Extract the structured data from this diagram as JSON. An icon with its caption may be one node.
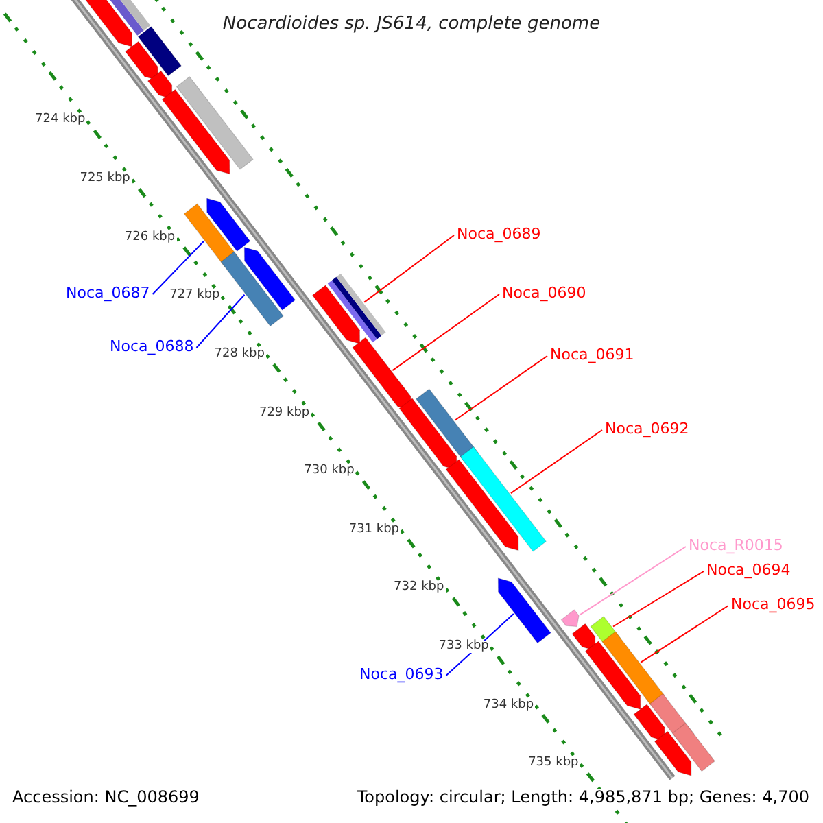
{
  "diagram": {
    "title": "Nocardioides sp. JS614, complete genome",
    "nodes": [
      {
        "text": [
          "Noca_0687"
        ]
      },
      {
        "text": [
          "Noca_0688"
        ]
      },
      {
        "text": [
          "Noca_0689"
        ]
      },
      {
        "text": [
          "Noca_0690"
        ]
      },
      {
        "text": [
          "Noca_0691"
        ]
      },
      {
        "text": [
          "Noca_0692"
        ]
      },
      {
        "text": [
          "Noca_0693"
        ]
      },
      {
        "text": [
          "Noca_R0015"
        ]
      },
      {
        "text": [
          "Noca_0694"
        ]
      },
      {
        "text": [
          "Noca_0695"
        ]
      },
      {
        "text": [],
        "shape": "arrow"
      },
      {
        "text": [],
        "shape": "bar"
      },
      {
        "text": [],
        "shape": "bar"
      },
      {
        "text": [],
        "shape": "arrow"
      },
      {
        "text": [],
        "shape": "arrow"
      },
      {
        "text": [],
        "shape": "bar"
      },
      {
        "text": [],
        "shape": "arrow"
      },
      {
        "text": [],
        "shape": "bar"
      },
      {
        "text": [],
        "shape": "arrow"
      },
      {
        "text": [],
        "shape": "bar"
      },
      {
        "text": [],
        "shape": "arrow"
      },
      {
        "text": [],
        "shape": "arrow"
      },
      {
        "text": [],
        "shape": "bar"
      },
      {
        "text": [],
        "shape": "arrow"
      },
      {
        "text": [],
        "shape": "arrow"
      },
      {
        "text": [],
        "shape": "bar"
      },
      {
        "text": [],
        "shape": "bar"
      },
      {
        "text": [],
        "shape": "arrow"
      },
      {
        "text": [],
        "shape": "arrow"
      },
      {
        "text": [],
        "shape": "arrow"
      },
      {
        "text": [],
        "shape": "arrow"
      },
      {
        "text": [],
        "shape": "bar"
      },
      {
        "text": [],
        "shape": "arrow"
      },
      {
        "text": [],
        "shape": "bar"
      },
      {
        "text": [],
        "shape": "arrow"
      },
      {
        "text": [],
        "shape": "bar"
      },
      {
        "text": [],
        "shape": "arrow"
      },
      {
        "text": [],
        "shape": "bar"
      }
    ],
    "edges": [
      {
        "from": 0,
        "to": 17,
        "arrow": "none",
        "color": "#0000ff"
      },
      {
        "from": 1,
        "to": 19,
        "arrow": "none",
        "color": "#0000ff"
      },
      {
        "from": 2,
        "to": 22,
        "arrow": "none"
      },
      {
        "from": 3,
        "to": 23,
        "arrow": "none"
      },
      {
        "from": 4,
        "to": 25,
        "arrow": "none"
      },
      {
        "from": 5,
        "to": 26,
        "arrow": "none"
      },
      {
        "from": 6,
        "to": 28,
        "arrow": "none",
        "color": "#0000ff"
      },
      {
        "from": 7,
        "to": 29,
        "arrow": "none",
        "color": "#ff99cc"
      },
      {
        "from": 8,
        "to": 31,
        "arrow": "none"
      },
      {
        "from": 9,
        "to": 33,
        "arrow": "none"
      }
    ],
    "labels": [
      "724 kbp",
      "725 kbp",
      "726 kbp",
      "727 kbp",
      "728 kbp",
      "729 kbp",
      "730 kbp",
      "731 kbp",
      "732 kbp",
      "733 kbp",
      "734 kbp",
      "735 kbp",
      "Accession: NC_008699",
      "Topology: circular; Length: 4,985,871 bp; Genes: 4,700"
    ]
  }
}
